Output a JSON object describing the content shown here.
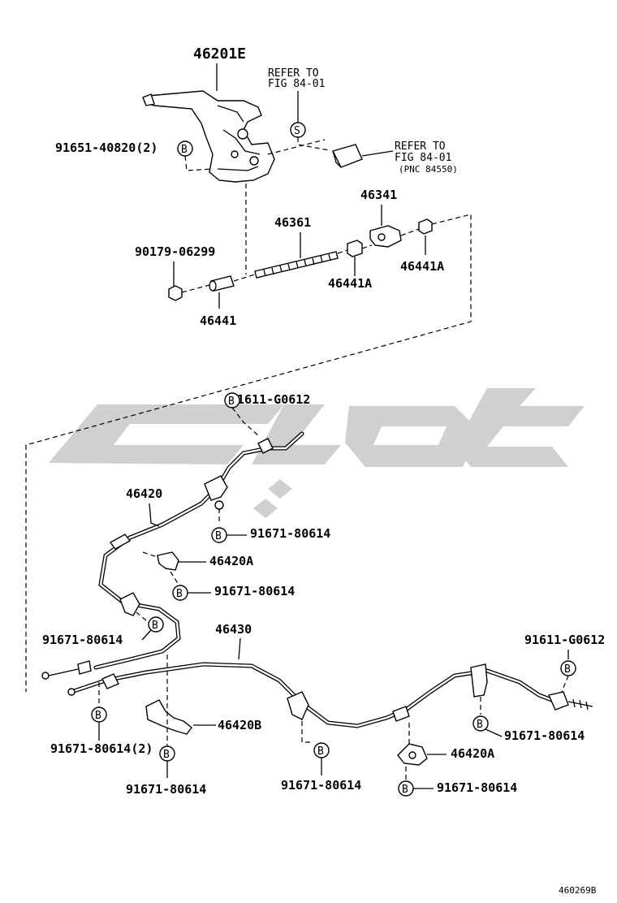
{
  "labels": {
    "lever_assy": "46201E",
    "refer_top_1": "REFER TO",
    "refer_top_2": "FIG 84-01",
    "refer_right_1": "REFER TO",
    "refer_right_2": "FIG 84-01",
    "refer_right_3": "(PNC 84550)",
    "bolt_lever": "91651-40820(2)",
    "rod": "46361",
    "nut": "90179-06299",
    "adjust_nut": "46441",
    "cushion_1": "46441A",
    "cushion_2": "46441A",
    "equalizer": "46341",
    "bolt_front": "91611-G0612",
    "cable_no3": "46420",
    "bolt_a": "91671-80614",
    "bracket_a": "46420A",
    "bolt_b": "91671-80614",
    "bolt_c": "91671-80614",
    "cable_no2": "46430",
    "bolt_rear": "91611-G0612",
    "bolt_d": "91671-80614",
    "bolt_e": "91671-80614(2)",
    "bracket_b": "46420B",
    "bolt_f": "91671-80614",
    "bolt_g": "91671-80614",
    "bracket_a2": "46420A",
    "bolt_h": "91671-80614",
    "diagram_code": "460269B"
  },
  "markers": {
    "bolt": "B",
    "screw": "S"
  },
  "colors": {
    "line": "#000000",
    "watermark": "#c8c8c8"
  }
}
